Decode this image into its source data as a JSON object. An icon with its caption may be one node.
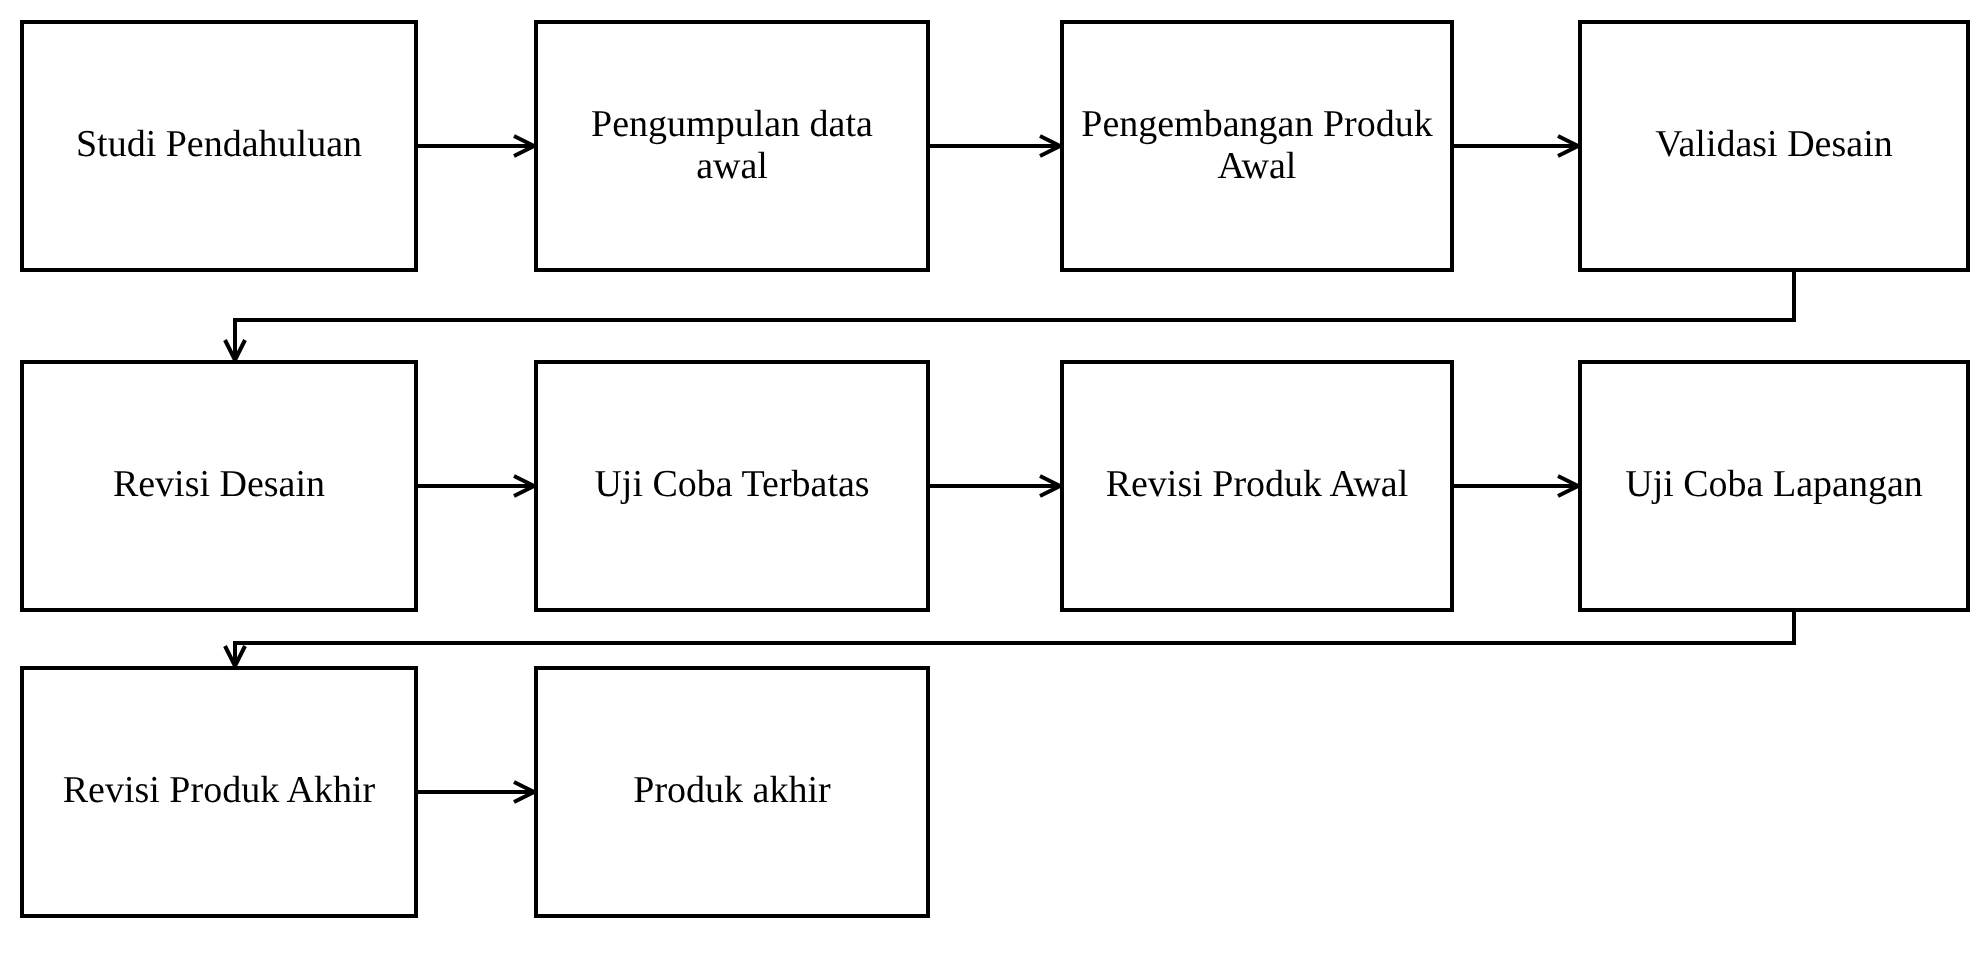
{
  "diagram": {
    "nodes": [
      {
        "text": [
          "Studi Pendahuluan"
        ]
      },
      {
        "text": [
          "Pengumpulan data awal"
        ]
      },
      {
        "text": [
          "Pengembangan Produk Awal"
        ]
      },
      {
        "text": [
          "Validasi Desain"
        ]
      },
      {
        "text": [
          "Revisi Desain"
        ]
      },
      {
        "text": [
          "Uji Coba Terbatas"
        ]
      },
      {
        "text": [
          "Revisi Produk Awal"
        ]
      },
      {
        "text": [
          "Uji Coba Lapangan"
        ]
      },
      {
        "text": [
          "Revisi Produk Akhir"
        ]
      },
      {
        "text": [
          "Produk akhir"
        ]
      }
    ],
    "edges": [
      {
        "from": 0,
        "to": 1,
        "arrow": "to"
      },
      {
        "from": 1,
        "to": 2,
        "arrow": "to"
      },
      {
        "from": 2,
        "to": 3,
        "arrow": "to"
      },
      {
        "from": 3,
        "to": 4,
        "arrow": "to"
      },
      {
        "from": 4,
        "to": 5,
        "arrow": "to"
      },
      {
        "from": 5,
        "to": 6,
        "arrow": "to"
      },
      {
        "from": 6,
        "to": 7,
        "arrow": "to"
      },
      {
        "from": 7,
        "to": 8,
        "arrow": "to"
      },
      {
        "from": 8,
        "to": 9,
        "arrow": "to"
      }
    ]
  }
}
